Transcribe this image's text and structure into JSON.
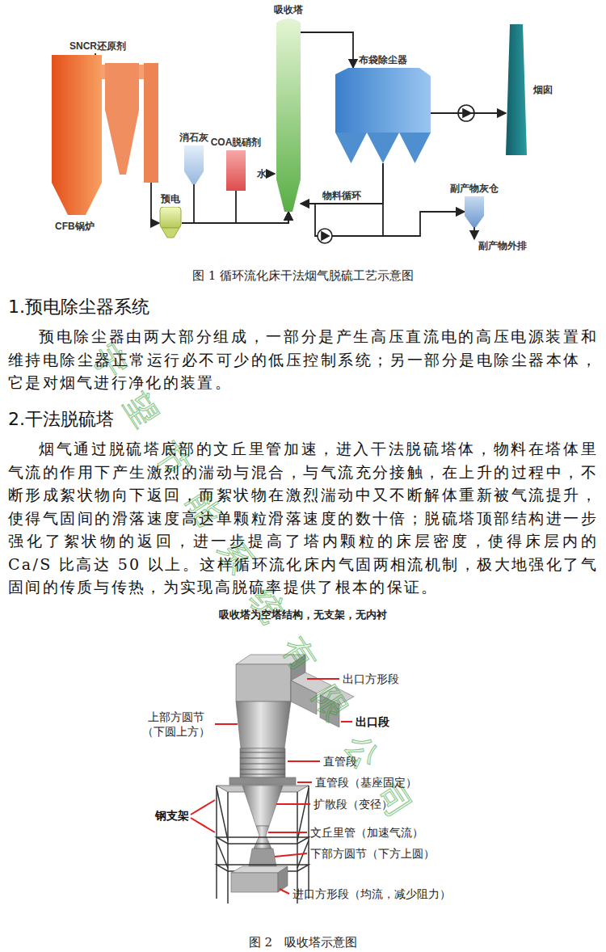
{
  "diagram": {
    "caption": "图 1 循环流化床干法烟气脱硫工艺示意图",
    "nodes": [
      {
        "text": [
          "CFB锅炉"
        ]
      },
      {
        "text": [
          "预电"
        ]
      },
      {
        "text": [
          "消石灰"
        ]
      },
      {
        "text": [
          "COA脱硝剂"
        ]
      },
      {
        "text": [
          "吸收塔"
        ]
      },
      {
        "text": [
          "布袋除尘器"
        ]
      },
      {
        "text": [
          "烟囱"
        ]
      },
      {
        "text": [
          "副产物灰仓"
        ]
      }
    ],
    "edges": [
      {
        "from": 0,
        "to": 1,
        "arrow": "to"
      },
      {
        "from": 1,
        "to": 4,
        "arrow": "to"
      },
      {
        "from": 2,
        "to": 4,
        "arrow": "to"
      },
      {
        "from": 3,
        "to": 4,
        "arrow": "to"
      },
      {
        "from": 4,
        "to": 5,
        "arrow": "to"
      },
      {
        "from": 5,
        "to": 6,
        "arrow": "to"
      },
      {
        "from": 5,
        "to": 4,
        "label": "物料循环",
        "arrow": "to"
      },
      {
        "from": 5,
        "to": 7,
        "arrow": "to"
      }
    ],
    "labels": [
      "SNCR还原剂",
      "水",
      "副产物外排",
      "1.预电除尘器系统",
      "预电除尘器由两大部分组成，一部分是产生高压直流电的高压电源装置和维持电除尘器正常运行必不可少的低压控制系统；另一部分是电除尘器本体，它是对烟气进行净化的装置。",
      "2.干法脱硫塔",
      "烟气通过脱硫塔底部的文丘里管加速，进入干法脱硫塔体，物料在塔体里气流的作用下产生激烈的湍动与混合，与气流充分接触，在上升的过程中，不断形成絮状物向下返回，而絮状物在激烈湍动中又不断解体重新被气流提升，使得气固间的滑落速度高达单颗粒滑落速度的数十倍；脱硫塔顶部结构进一步强化了絮状物的返回，进一步提高了塔内颗粒的床层密度，使得床层内的 Ca/S 比高达 50 以上。这样循环流化床内气固两相流机制，极大地强化了气固间的传质与传热，为实现高脱硫率提供了根本的保证。",
      "吸收塔为空塔结构，无支架，无内衬",
      "出口方形段",
      "出口段",
      "上部方圆节 （下圆上方）",
      "直管段",
      "直管段（基座固定）",
      "钢支架",
      "扩散段（变径）",
      "文丘里管（加速气流）",
      "下部方圆节（下方上圆）",
      "进口方形段（均流，减少阻力）",
      "图 2　吸收塔示意图",
      "宇望节能系统有限公司"
    ]
  }
}
